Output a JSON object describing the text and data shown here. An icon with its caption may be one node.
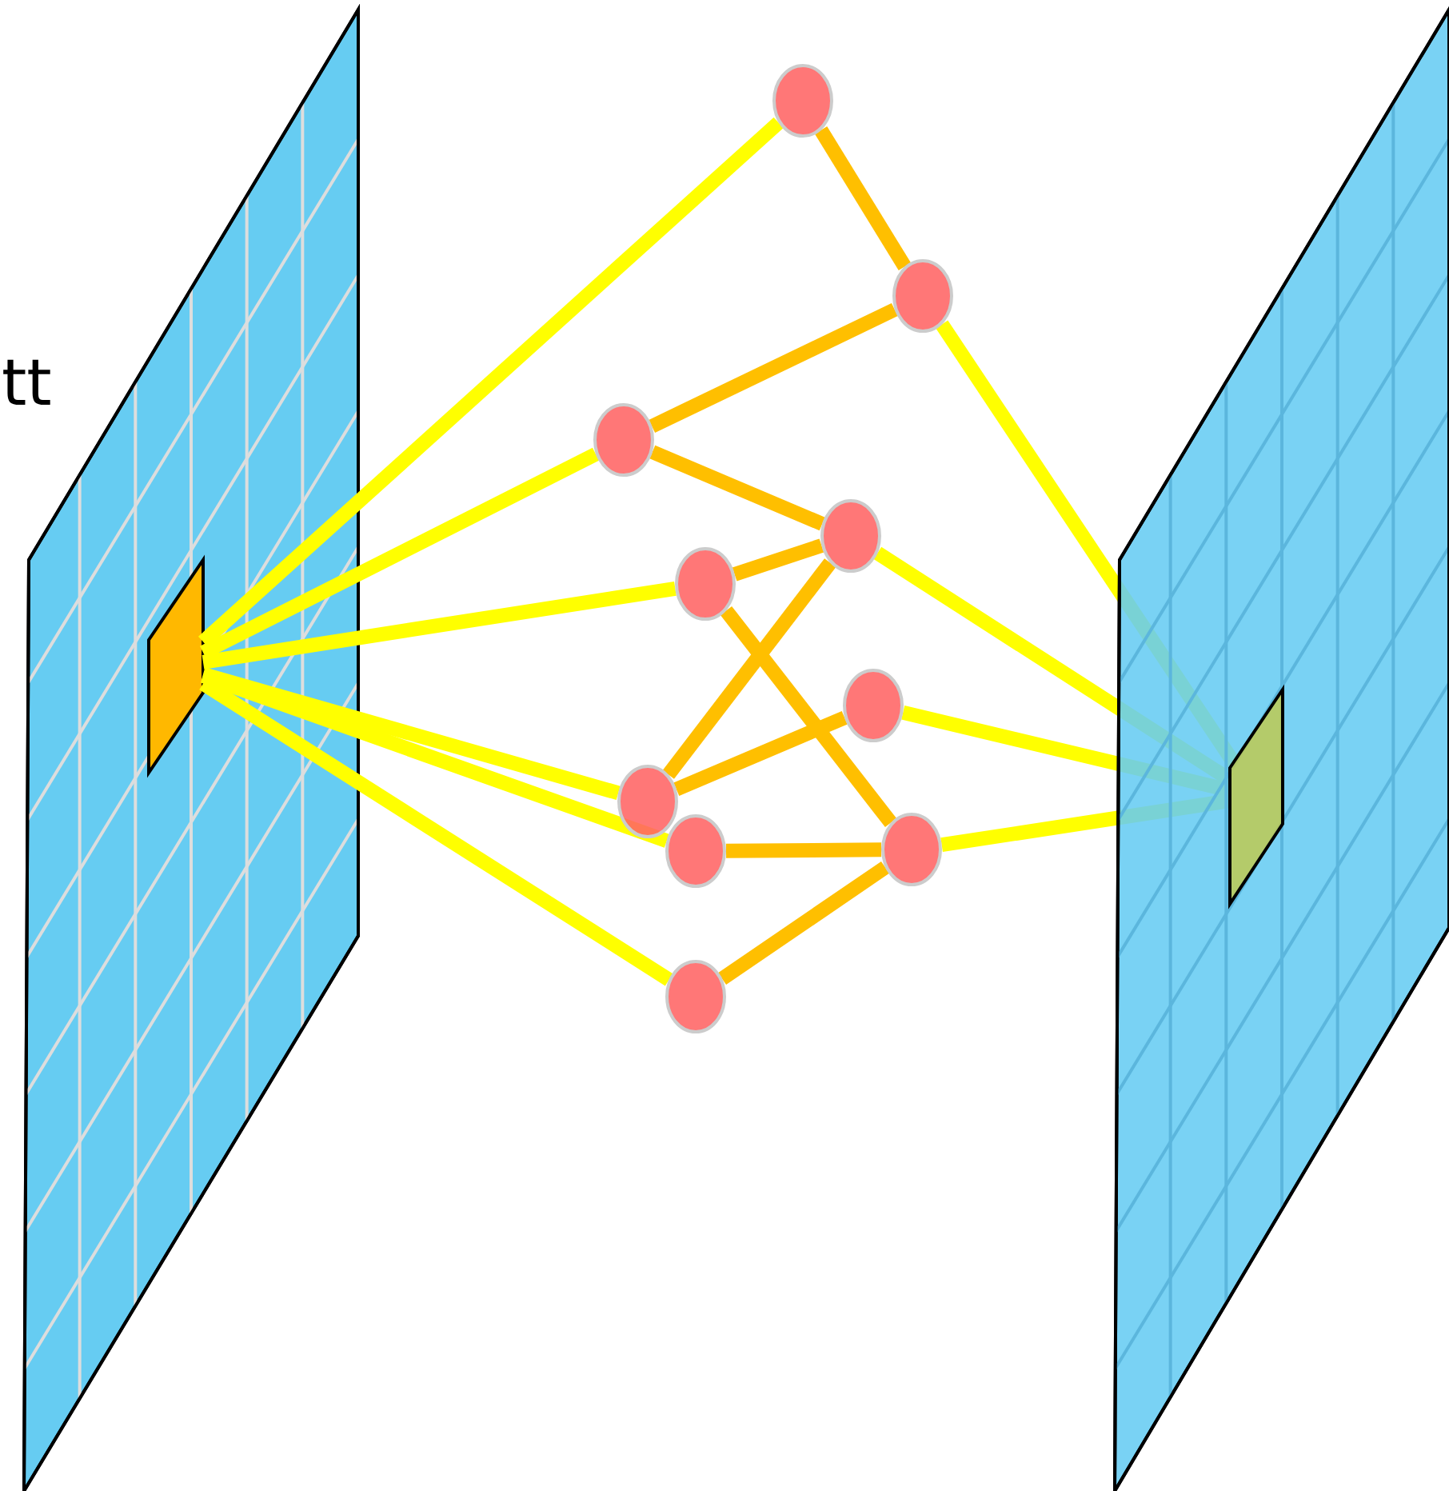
{
  "diagram": {
    "nodes": [
      {
        "text": [],
        "shape": "box"
      },
      {
        "text": [],
        "shape": "box",
        "in": 0
      },
      {
        "text": [],
        "shape": "circle"
      },
      {
        "text": [],
        "shape": "circle"
      },
      {
        "text": [],
        "shape": "circle"
      },
      {
        "text": [],
        "shape": "circle"
      },
      {
        "text": [],
        "shape": "circle"
      },
      {
        "text": [],
        "shape": "circle"
      },
      {
        "text": [],
        "shape": "circle"
      },
      {
        "text": [],
        "shape": "circle"
      },
      {
        "text": [],
        "shape": "circle"
      },
      {
        "text": [],
        "shape": "circle"
      },
      {
        "text": [],
        "shape": "box"
      },
      {
        "text": [],
        "shape": "box",
        "in": 12
      }
    ],
    "edges": [
      {
        "from": 1,
        "to": 2,
        "arrow": "none"
      },
      {
        "from": 1,
        "to": 4,
        "arrow": "none"
      },
      {
        "from": 1,
        "to": 6,
        "arrow": "none"
      },
      {
        "from": 1,
        "to": 8,
        "arrow": "none"
      },
      {
        "from": 1,
        "to": 9,
        "arrow": "none"
      },
      {
        "from": 1,
        "to": 11,
        "arrow": "none"
      },
      {
        "from": 2,
        "to": 3,
        "arrow": "none",
        "color": "#ffbf00"
      },
      {
        "from": 3,
        "to": 4,
        "arrow": "none",
        "color": "#ffbf00"
      },
      {
        "from": 4,
        "to": 5,
        "arrow": "none",
        "color": "#ffbf00"
      },
      {
        "from": 5,
        "to": 6,
        "arrow": "none",
        "color": "#ffbf00"
      },
      {
        "from": 5,
        "to": 8,
        "arrow": "none",
        "color": "#ffbf00"
      },
      {
        "from": 6,
        "to": 10,
        "arrow": "none",
        "color": "#ffbf00"
      },
      {
        "from": 8,
        "to": 7,
        "arrow": "none",
        "color": "#ffbf00"
      },
      {
        "from": 9,
        "to": 10,
        "arrow": "none",
        "color": "#ffbf00"
      },
      {
        "from": 10,
        "to": 11,
        "arrow": "none",
        "color": "#ffbf00"
      },
      {
        "from": 3,
        "to": 13,
        "arrow": "none"
      },
      {
        "from": 5,
        "to": 13,
        "arrow": "none"
      },
      {
        "from": 7,
        "to": 13,
        "arrow": "none"
      },
      {
        "from": 10,
        "to": 13,
        "arrow": "none"
      }
    ],
    "labels": [
      "tt"
    ]
  }
}
